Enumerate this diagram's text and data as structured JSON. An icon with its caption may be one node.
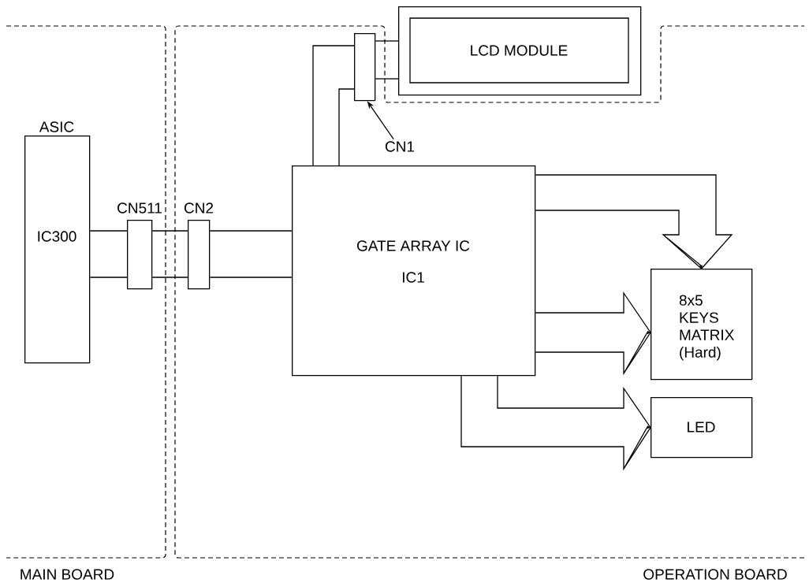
{
  "diagram": {
    "nodes": [
      {
        "text": [
          "MAIN BOARD"
        ]
      },
      {
        "text": [
          "OPERATION BOARD"
        ]
      },
      {
        "text": [
          "ASIC",
          "IC300"
        ],
        "in": 0
      },
      {
        "text": [
          "CN511"
        ],
        "in": 0
      },
      {
        "text": [
          "CN2"
        ],
        "in": 1
      },
      {
        "text": [],
        "shape": "box",
        "in": 1
      },
      {
        "text": [
          "LCD MODULE"
        ]
      },
      {
        "text": [
          "CN1"
        ],
        "in": 1
      },
      {
        "text": [
          "GATE ARRAY IC",
          "IC1"
        ],
        "in": 1
      },
      {
        "text": [
          "8x5 KEYS MATRIX (Hard)"
        ],
        "in": 1
      },
      {
        "text": [
          "LED"
        ],
        "in": 1
      }
    ],
    "edges": [
      {
        "from": 2,
        "to": 3,
        "arrow": "none"
      },
      {
        "from": 2,
        "to": 3,
        "arrow": "none"
      },
      {
        "from": 3,
        "to": 4,
        "arrow": "none"
      },
      {
        "from": 3,
        "to": 4,
        "arrow": "none"
      },
      {
        "from": 4,
        "to": 8,
        "arrow": "none"
      },
      {
        "from": 4,
        "to": 8,
        "arrow": "none"
      },
      {
        "from": 8,
        "to": 5,
        "arrow": "none"
      },
      {
        "from": 8,
        "to": 5,
        "arrow": "none"
      },
      {
        "from": 5,
        "to": 6,
        "arrow": "none"
      },
      {
        "from": 5,
        "to": 6,
        "arrow": "none"
      },
      {
        "from": 7,
        "to": 5,
        "arrow": "to"
      },
      {
        "from": 8,
        "to": 9,
        "arrow": "to"
      },
      {
        "from": 8,
        "to": 9,
        "arrow": "to"
      },
      {
        "from": 8,
        "to": 10,
        "arrow": "to"
      }
    ]
  }
}
